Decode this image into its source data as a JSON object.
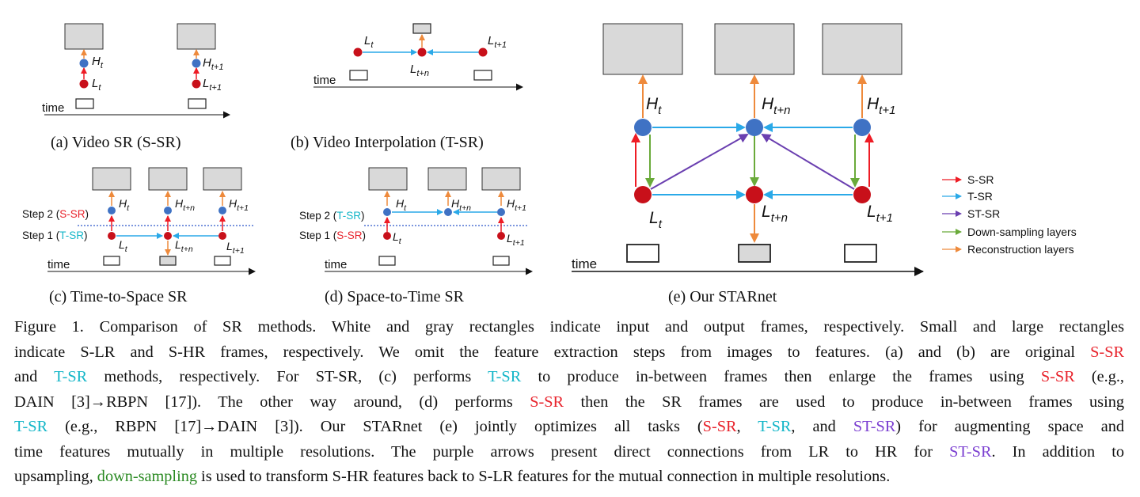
{
  "colors": {
    "red": "#e8222b",
    "cyan": "#14b6c8",
    "purple": "#7b3fd1",
    "green": "#2a8a22",
    "node_blue": "#3f72c4",
    "node_red": "#c8101a",
    "arrow_blue": "#2aa9e8",
    "arrow_red": "#ee1c25",
    "arrow_orange": "#ee8a3c",
    "arrow_green": "#6aaa3a",
    "arrow_purple": "#6a3fb0",
    "frame_gray": "#d9d9d9"
  },
  "panels": {
    "a": {
      "caption": "(a) Video SR (S-SR)",
      "h": "H",
      "h_sub": "t",
      "h2_sub": "t+1",
      "l": "L",
      "l_sub": "t",
      "l2_sub": "t+1",
      "time": "time"
    },
    "b": {
      "caption": "(b) Video Interpolation (T-SR)",
      "l": "L",
      "l1_sub": "t",
      "l2_sub": "t+n",
      "l3_sub": "t+1",
      "time": "time"
    },
    "c": {
      "caption": "(c) Time-to-Space SR",
      "step2": "Step 2 (",
      "step2_tag": "S-SR",
      "step1": "Step 1 (",
      "step1_tag": "T-SR",
      "close": ")",
      "h": "H",
      "l": "L",
      "sub1": "t",
      "sub2": "t+n",
      "sub3": "t+1",
      "time": "time"
    },
    "d": {
      "caption": "(d) Space-to-Time SR",
      "step2": "Step 2 (",
      "step2_tag": "T-SR",
      "step1": "Step 1 (",
      "step1_tag": "S-SR",
      "close": ")",
      "h": "H",
      "l": "L",
      "sub1": "t",
      "sub2": "t+n",
      "sub3": "t+1",
      "time": "time"
    },
    "e": {
      "caption": "(e) Our STARnet",
      "h": "H",
      "l": "L",
      "sub1": "t",
      "sub2": "t+n",
      "sub3": "t+1",
      "time": "time"
    }
  },
  "legend": [
    {
      "label": "S-SR",
      "color": "#ee1c25"
    },
    {
      "label": "T-SR",
      "color": "#2aa9e8"
    },
    {
      "label": "ST-SR",
      "color": "#6a3fb0"
    },
    {
      "label": "Down-sampling layers",
      "color": "#6aaa3a"
    },
    {
      "label": "Reconstruction layers",
      "color": "#ee8a3c"
    }
  ],
  "caption": {
    "l1_a": "Figure 1. Comparison of SR methods. White and gray rectangles indicate input and output frames, respectively. Small and large rectangles",
    "l2_a": "indicate S-LR and S-HR frames, respectively. We omit the feature extraction steps from images to features. (a) and (b) are original ",
    "l2_b": "S-SR",
    "l3_a": "and ",
    "l3_b": "T-SR",
    "l3_c": " methods, respectively. For ST-SR, (c) performs ",
    "l3_d": "T-SR",
    "l3_e": " to produce in-between frames then enlarge the frames using ",
    "l3_f": "S-SR",
    "l3_g": " (e.g.,",
    "l4_a": "DAIN [3]→RBPN [17]).  The other way around, (d) performs ",
    "l4_b": "S-SR",
    "l4_c": " then the SR frames are used to produce in-between frames using",
    "l5_a": "T-SR",
    "l5_b": " (e.g., RBPN [17]→DAIN [3]).  Our STARnet (e) jointly optimizes all tasks (",
    "l5_c": "S-SR",
    "l5_d": ", ",
    "l5_e": "T-SR",
    "l5_f": ", and ",
    "l5_g": "ST-SR",
    "l5_h": ") for augmenting space and",
    "l6_a": "time features mutually in multiple resolutions.  The purple arrows present direct connections from LR to HR for ",
    "l6_b": "ST-SR",
    "l6_c": ". In addition to",
    "l7_a": "upsampling, ",
    "l7_b": "down-sampling",
    "l7_c": " is used to transform S-HR features back to S-LR features for the mutual connection in multiple resolutions."
  }
}
